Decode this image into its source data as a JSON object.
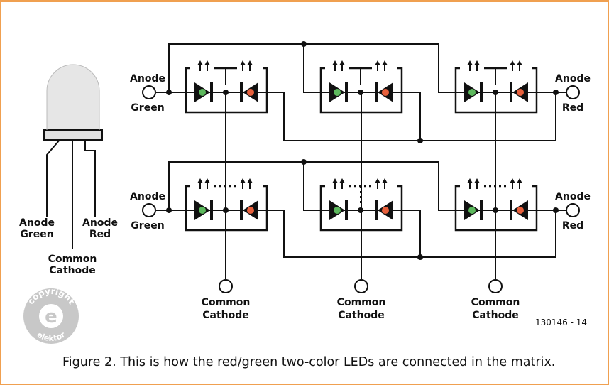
{
  "led": {
    "anode_green": [
      "Anode",
      "Green"
    ],
    "anode_red": [
      "Anode",
      "Red"
    ],
    "common_cathode": [
      "Common",
      "Cathode"
    ]
  },
  "matrix": {
    "row1_left": [
      "Anode",
      "Green"
    ],
    "row1_right": [
      "Anode",
      "Red"
    ],
    "row2_left": [
      "Anode",
      "Green"
    ],
    "row2_right": [
      "Anode",
      "Red"
    ],
    "cathode_1": [
      "Common",
      "Cathode"
    ],
    "cathode_2": [
      "Common",
      "Cathode"
    ],
    "cathode_3": [
      "Common",
      "Cathode"
    ]
  },
  "figure_code": "130146 - 14",
  "caption": "Figure 2. This is how the red/green two-color LEDs are connected in the matrix.",
  "watermark": {
    "top": "copyright",
    "center": "e",
    "bottom": "elektor"
  },
  "colors": {
    "frame": "#f0a050",
    "green_led": "#5cb85c",
    "red_led": "#e8603c",
    "led_body": "#e6e6e6",
    "watermark": "#c8c8c8"
  }
}
